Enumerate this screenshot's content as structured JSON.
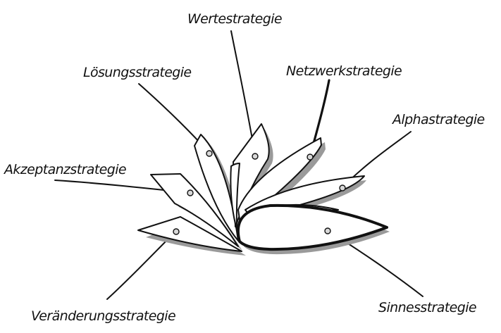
{
  "strategies": {
    "werte": "Wertestrategie",
    "loesung": "Lösungsstrategie",
    "netzwerk": "Netzwerkstrategie",
    "alpha": "Alphastrategie",
    "akzeptanz": "Akzeptanzstrategie",
    "veraenderung": "Veränderungsstrategie",
    "sinnes": "Sinnesstrategie"
  },
  "colors": {
    "ink": "#111111",
    "shadow": "#9a9a9a",
    "petal_fill": "#ffffff",
    "dot_fill": "#d8d8d8"
  }
}
